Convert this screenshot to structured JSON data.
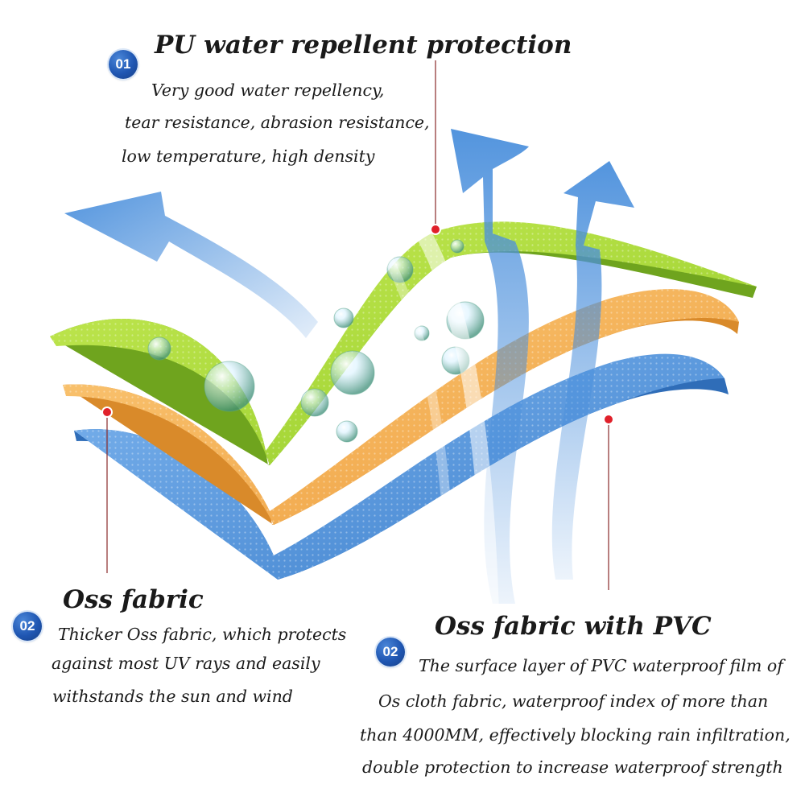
{
  "labels": {
    "pu": {
      "number": "01",
      "title": "PU water repellent protection",
      "lines": [
        "Very good water repellency,",
        "tear resistance, abrasion resistance,",
        "low temperature, high density"
      ]
    },
    "oss": {
      "number": "02",
      "title": "Oss fabric",
      "lines": [
        "Thicker Oss fabric, which protects",
        "against most UV rays and easily",
        "withstands the sun and wind"
      ]
    },
    "pvc": {
      "number": "02",
      "title": "Oss fabric with PVC",
      "lines": [
        "The surface layer of PVC waterproof film of",
        "Os cloth fabric,   waterproof index of more than",
        "than 4000MM, effectively blocking rain infiltration,",
        "double protection to increase waterproof strength"
      ]
    }
  },
  "colors": {
    "top_layer": "#a8d83a",
    "middle_layer": "#f3b35c",
    "bottom_layer": "#4d92dc",
    "arrow": "#4a8fdc",
    "badge": "#1f56b2",
    "marker": "#e0202a"
  }
}
